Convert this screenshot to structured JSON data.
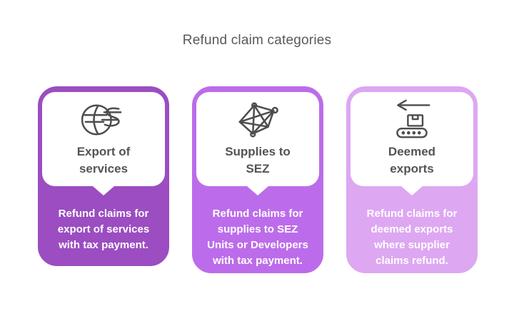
{
  "page": {
    "title": "Refund claim categories",
    "background": "#ffffff"
  },
  "colors": {
    "page_title_text": "#58595b",
    "card_title_text": "#545456",
    "body_text": "#ffffff",
    "icon_stroke": "#4d4d4f",
    "panel_bg": "#ffffff",
    "card1": "#9b4dc1",
    "card2": "#bc6cea",
    "card3": "#dda7f2"
  },
  "cards": [
    {
      "id": "export-of-services",
      "icon": "globe-currency-icon",
      "color": "#9b4dc1",
      "title_lines": [
        "Export of",
        "services"
      ],
      "body_lines": [
        "Refund claims for",
        "export of services",
        "with tax payment."
      ]
    },
    {
      "id": "supplies-to-sez",
      "icon": "network-graph-icon",
      "color": "#bc6cea",
      "title_lines": [
        "Supplies to",
        "SEZ"
      ],
      "body_lines": [
        "Refund claims for",
        "supplies to SEZ",
        "Units or Developers",
        "with tax payment."
      ]
    },
    {
      "id": "deemed-exports",
      "icon": "conveyor-export-icon",
      "color": "#dda7f2",
      "title_lines": [
        "Deemed",
        "exports"
      ],
      "body_lines": [
        "Refund claims for",
        "deemed exports",
        "where supplier",
        "claims refund."
      ]
    }
  ]
}
